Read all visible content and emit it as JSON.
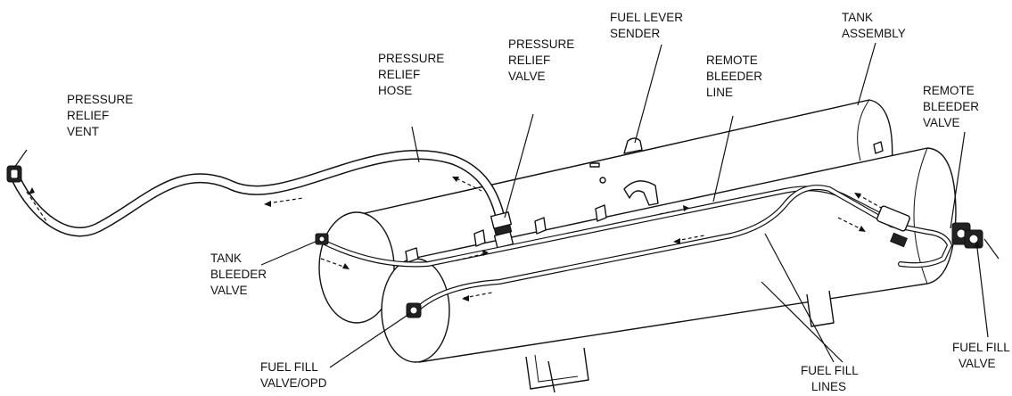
{
  "labels": {
    "pressure_relief_vent": [
      "PRESSURE",
      "RELIEF",
      "VENT"
    ],
    "pressure_relief_hose": [
      "PRESSURE",
      "RELIEF",
      "HOSE"
    ],
    "pressure_relief_valve": [
      "PRESSURE",
      "RELIEF",
      "VALVE"
    ],
    "fuel_lever_sender": [
      "FUEL LEVER",
      "SENDER"
    ],
    "remote_bleeder_line": [
      "REMOTE",
      "BLEEDER",
      "LINE"
    ],
    "tank_assembly": [
      "TANK",
      "ASSEMBLY"
    ],
    "remote_bleeder_valve": [
      "REMOTE",
      "BLEEDER",
      "VALVE"
    ],
    "tank_bleeder_valve": [
      "TANK",
      "BLEEDER",
      "VALVE"
    ],
    "fuel_fill_valve_opd": [
      "FUEL FILL",
      "VALVE/OPD"
    ],
    "fuel_fill_lines": [
      "FUEL FILL",
      "LINES"
    ],
    "fuel_fill_valve": [
      "FUEL FILL",
      "VALVE"
    ]
  }
}
